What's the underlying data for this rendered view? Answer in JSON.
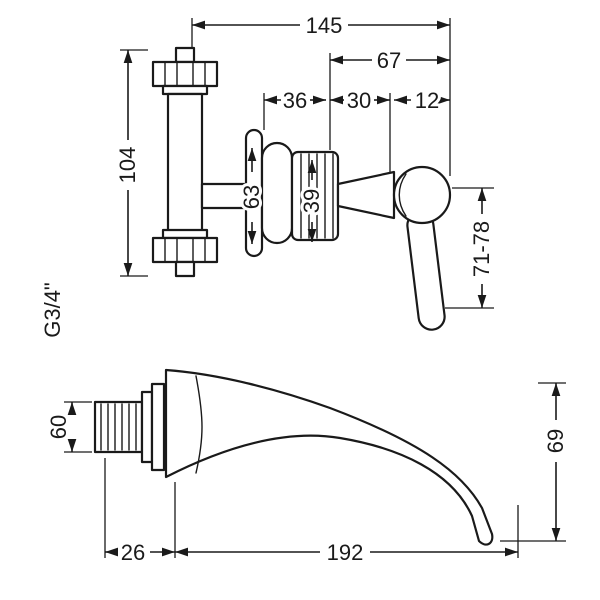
{
  "colors": {
    "line": "#1a1a1a",
    "background": "#ffffff"
  },
  "valve_view": {
    "dims": {
      "total_width": "145",
      "right_section": "67",
      "escutcheon_depth": "36",
      "cartridge_depth": "30",
      "stem_depth": "12",
      "body_height": "104",
      "escutcheon_diameter": "63",
      "cartridge_diameter": "39",
      "handle_range": "71-78"
    }
  },
  "spout_view": {
    "dims": {
      "thread": "G3/4\"",
      "thread_length": "60",
      "wall_depth": "26",
      "projection": "192",
      "drop": "69"
    }
  }
}
